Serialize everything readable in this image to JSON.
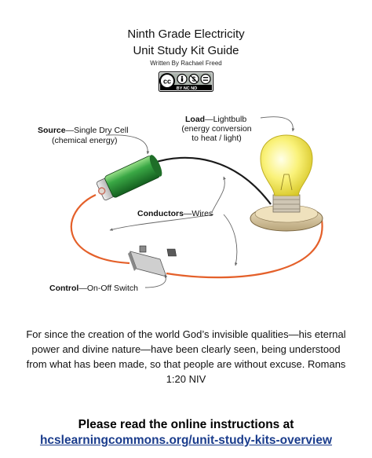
{
  "header": {
    "title_line1": "Ninth Grade Electricity",
    "title_line2": "Unit Study Kit Guide",
    "author": "Written By Rachael Freed",
    "license_badge_text": "BY NC ND"
  },
  "diagram": {
    "source": {
      "bold": "Source",
      "rest": "—Single Dry Cell",
      "line2": "(chemical energy)"
    },
    "load": {
      "bold": "Load",
      "rest": "—Lightbulb",
      "line2": "(energy conversion",
      "line3": "to heat / light)"
    },
    "conductors": {
      "bold": "Conductors",
      "rest": "—Wires"
    },
    "control": {
      "bold": "Control",
      "rest": "—On-Off Switch"
    }
  },
  "quote": "For since the creation of the world God’s invisible qualities—his eternal power and divine nature—have been clearly seen, being understood from what has been made, so that people are without excuse. Romans 1:20 NIV",
  "footer": {
    "instruction": "Please read the online instructions at",
    "link": "hcslearningcommons.org/unit-study-kits-overview"
  },
  "colors": {
    "wire_red": "#e4602a",
    "wire_black": "#1a1a1a",
    "battery_green": "#2f9a3a",
    "bulb_yellow": "#f7ee5a",
    "link_blue": "#1a3c8c"
  }
}
